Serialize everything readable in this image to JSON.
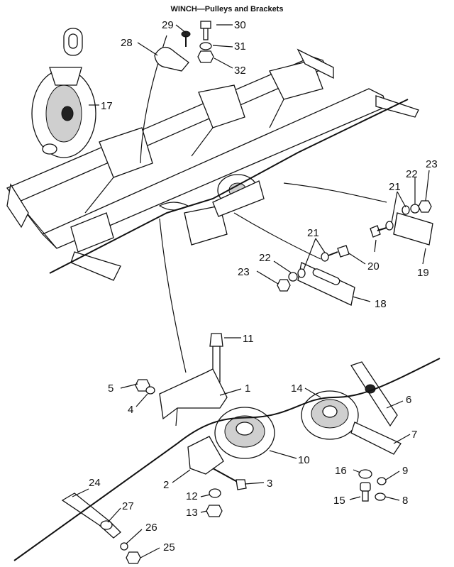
{
  "title": "WINCH—Pulleys and Brackets",
  "callouts": {
    "c1": "1",
    "c2": "2",
    "c3": "3",
    "c4": "4",
    "c5": "5",
    "c6": "6",
    "c7": "7",
    "c8": "8",
    "c9": "9",
    "c10": "10",
    "c11": "11",
    "c12": "12",
    "c13": "13",
    "c14": "14",
    "c15": "15",
    "c16": "16",
    "c17": "17",
    "c18": "18",
    "c19": "19",
    "c20": "20",
    "c21a": "21",
    "c21b": "21",
    "c22a": "22",
    "c22b": "22",
    "c23a": "23",
    "c23b": "23",
    "c24": "24",
    "c25": "25",
    "c26": "26",
    "c27": "27",
    "c28": "28",
    "c29": "29",
    "c30": "30",
    "c31": "31",
    "c32": "32"
  }
}
